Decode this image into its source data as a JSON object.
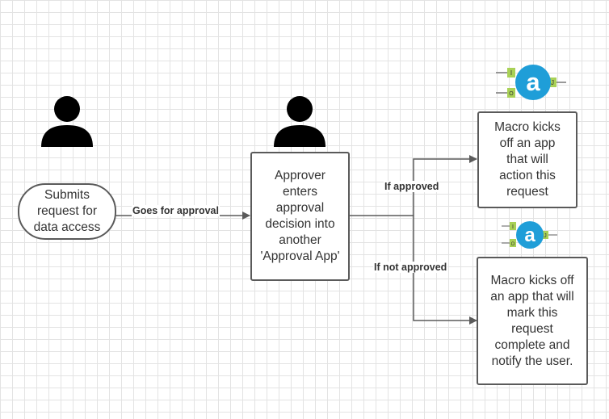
{
  "colors": {
    "line": "#5a5a5a",
    "person": "#000000",
    "alteryx_blue": "#1f9ed8",
    "connector_green": "#a9d156"
  },
  "icons": [
    "user-icon",
    "user-icon",
    "alteryx-logo-icon",
    "alteryx-logo-icon"
  ],
  "nodes": {
    "submit": "Submits request for data access",
    "approver": "Approver enters approval decision into another 'Approval App'",
    "approved_action": "Macro kicks off an app that will action this request",
    "rejected_action": "Macro kicks off an app that will mark this request complete and notify the user."
  },
  "edges": {
    "goes_for_approval": "Goes for approval",
    "if_approved": "If approved",
    "if_not_approved": "If not approved"
  },
  "alteryx_icon": {
    "logo_letter": "a",
    "input_letter": "I",
    "other_input_letter": "O",
    "output_letter": "J"
  }
}
